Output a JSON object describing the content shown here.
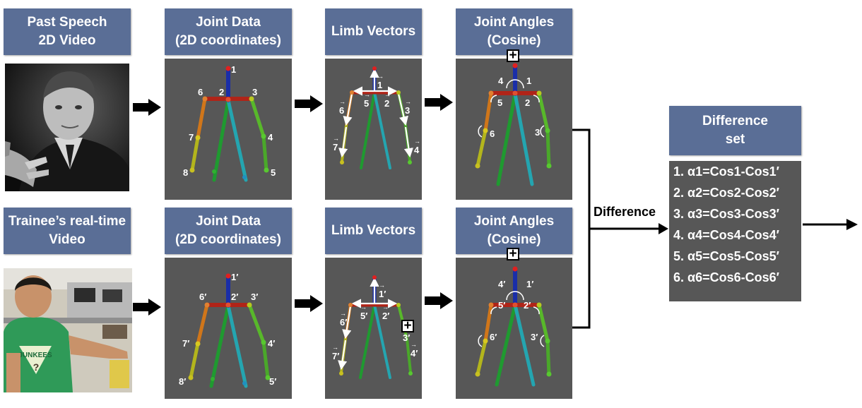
{
  "headers": {
    "past_video": "Past Speech\n2D Video",
    "trainee_video": "Trainee’s real-time\nVideo",
    "joint_data_top": "Joint Data\n(2D coordinates)",
    "joint_data_bottom": "Joint Data\n(2D coordinates)",
    "limb_vectors_top": "Limb Vectors",
    "limb_vectors_bottom": "Limb Vectors",
    "joint_angles_top": "Joint Angles\n(Cosine)",
    "joint_angles_bottom": "Joint Angles\n(Cosine)",
    "difference_set": "Difference\nset"
  },
  "joint_labels_top": [
    "1",
    "2",
    "3",
    "4",
    "5",
    "6",
    "7",
    "8"
  ],
  "joint_labels_bottom": [
    "1′",
    "2′",
    "3′",
    "4′",
    "5′",
    "6′",
    "7′",
    "8′"
  ],
  "vector_labels_top": [
    "1",
    "2",
    "3",
    "4",
    "5",
    "6",
    "7"
  ],
  "vector_labels_bottom": [
    "1′",
    "2′",
    "3′",
    "4′",
    "5′",
    "6′",
    "7′"
  ],
  "angle_labels_top": [
    "1",
    "2",
    "3",
    "4",
    "5",
    "6"
  ],
  "angle_labels_bottom": [
    "1′",
    "2′",
    "3′",
    "4′",
    "5′",
    "6′"
  ],
  "plus_symbol": "+",
  "difference_label": "Difference",
  "difference_items": [
    "1. α1=Cos1-Cos1′",
    "2. α2=Cos2-Cos2′",
    "3. α3=Cos3-Cos3′",
    "4. α4=Cos4-Cos4′",
    "5. α5=Cos5-Cos5′",
    "6. α6=Cos6-Cos6′"
  ],
  "colors": {
    "header_bg": "#5a6e96",
    "panel_bg": "#575757",
    "neck": "#1a2ea8",
    "shoulders": "#b02418",
    "upper_arm_left": "#d0761a",
    "lower_arm_left": "#b3b51c",
    "arm_right": "#58b82a",
    "torso_green": "#1f9a30",
    "torso_teal": "#24a5b0"
  }
}
